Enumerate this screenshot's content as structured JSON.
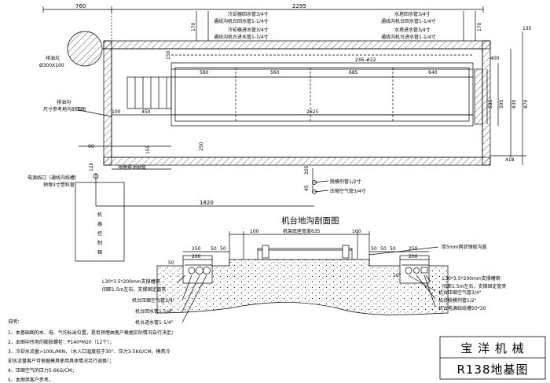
{
  "plan": {
    "dim_top_left": "760",
    "dim_top_right": "2295",
    "dim_left_170": "170",
    "dim_right_170": "170",
    "dim_135": "135",
    "dim_150": "150",
    "dim_2x6": "2X6-#22",
    "dim_400": "400",
    "dims_mid": [
      "580",
      "560",
      "685",
      "640"
    ],
    "dim_100": "100",
    "dim_450": "450",
    "dim_2625": "2625",
    "dims_right": [
      "535",
      "595",
      "830",
      "870"
    ],
    "dim_250": "250",
    "dim_90": "90",
    "dim_155": "155",
    "dim_418": "418",
    "dim_120": "120",
    "dim_205": "205",
    "dim_45": "45",
    "dim_1820": "1820",
    "top_labels_left": [
      "冷却器回水管3/4寸",
      "通线沟机台回水管1-1/4寸",
      "冷却器进水管3/4寸",
      "通线沟机台进水管1-1/4寸"
    ],
    "top_labels_right": [
      "水塔回水管3/4寸",
      "通线沟机台回水管1-1/4寸",
      "水塔进水管3/4寸",
      "通线沟机台进水管1-1/4寸"
    ],
    "drain_pit": [
      "排油坑",
      "Ø300X100"
    ],
    "trench": [
      "排油沟",
      "尺寸参考地沟剖面图"
    ],
    "pre_drain": "预埋排油钢管",
    "power_line": [
      "电源线口（通线沟线槽）",
      "预埋3寸塑料管"
    ],
    "machine_pipes": [
      "脱模剂管1/2寸",
      "压缩空气管3/4寸"
    ],
    "cabinet": "机器控制箱"
  },
  "section": {
    "title": "机台地沟剖面图",
    "dim_100_left": "100",
    "dim_100_right": "100",
    "frame_width": "机架底座宽度635",
    "plate": "厚5mm网状钢板沟盖",
    "dims_left": [
      "250",
      "200",
      "50",
      "50",
      "50"
    ],
    "dims_right": [
      "50",
      "50",
      "50",
      "250",
      "200"
    ],
    "dim_10": "10°",
    "left_angle": [
      "L30*3.5*200mm支撑槽钢",
      "间距1.5m左右，支撑固定管夹"
    ],
    "right_angle": [
      "L30*3.5*200mm支撑槽钢",
      "间距1.5m左右，支撑固定管夹"
    ],
    "left_pipes": [
      "机台压缩空气管3/4\"",
      "机台回水管1-1/4\"",
      "机台进水管1-1/4\""
    ],
    "right_pipes": [
      "机台压缩空气管3/4\"",
      "机台脱模剂管1/2\"",
      "机台电源线线槽50*30"
    ]
  },
  "notes": {
    "heading": "说明：",
    "lines": [
      "1、本基础图的水、电、气均标出位置，是否预埋由客户根据实际情况自行决定；",
      "2、本图中所用的膨胀螺栓：P140*M20（12个）；",
      "3、冷却水流量>100L/MIN，（水入口温度低于30°、压力3-5KG/CM，模具冷",
      "却水流量客户可根据模具使用具体情况另行调换）；",
      "4、压缩空气的压力5-6KG/CM；",
      "5、本图供客户参考。"
    ]
  },
  "title_block": {
    "company": "宝 洋 机 械",
    "drawing": "R138地基图"
  }
}
